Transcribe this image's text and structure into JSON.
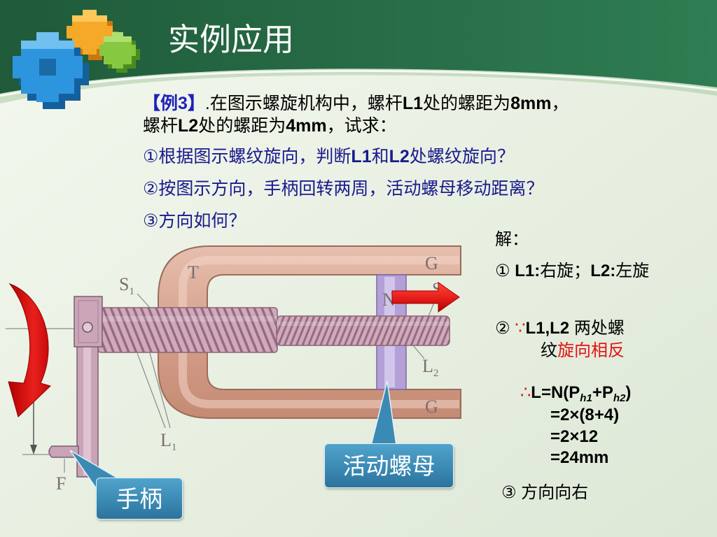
{
  "slide": {
    "title": "实例应用"
  },
  "problem": {
    "label": "【例3】",
    "line1": [
      ".在图示螺旋机构中，螺杆",
      "L1",
      "处的螺距为",
      "8mm",
      "，"
    ],
    "line2": [
      "螺杆",
      "L2",
      "处的螺距为",
      "4mm",
      "，试求："
    ],
    "q1": [
      "①根据图示螺纹旋向，判断",
      "L1",
      "和",
      "L2",
      "处螺纹旋向？"
    ],
    "q2": "②按图示方向，手柄回转两周，活动螺母移动距离？",
    "q3": "③方向如何？"
  },
  "solution": {
    "heading": "解：",
    "step1": [
      "① ",
      "L1:",
      "右旋；",
      "L2:",
      "左旋"
    ],
    "step2": [
      "② ",
      "∵",
      "L1,L2",
      " 两处螺"
    ],
    "step2_cont": [
      "纹",
      "旋向相反"
    ],
    "formula": [
      "∴",
      "L=N(P",
      "h1",
      "+P",
      "h2",
      ")"
    ],
    "calc": [
      "=2×(8+4)",
      "=2×12",
      "=24mm"
    ],
    "step3": "③ 方向向右"
  },
  "diagram": {
    "labels": {
      "s1": {
        "main": "S",
        "sub": "1"
      },
      "t": "T",
      "g_top": "G",
      "n": "N",
      "s": "S",
      "l2": {
        "main": "L",
        "sub": "2"
      },
      "g_bottom": "G",
      "l1": {
        "main": "L",
        "sub": "1"
      },
      "f": "F"
    }
  },
  "callouts": {
    "nut": "活动螺母",
    "handle": "手柄"
  },
  "icons": {
    "logo": "puzzle-cube-icon",
    "rotation": "rotation-arrow-icon",
    "direction": "right-arrow-icon"
  },
  "colors": {
    "header_green": "#1f5a3a",
    "accent_blue": "#1f22b8",
    "question_blue": "#1a1a8e",
    "highlight_red": "#e31414",
    "callout_blue": "#3a8ab4",
    "arrow_red": "#e8201c"
  }
}
